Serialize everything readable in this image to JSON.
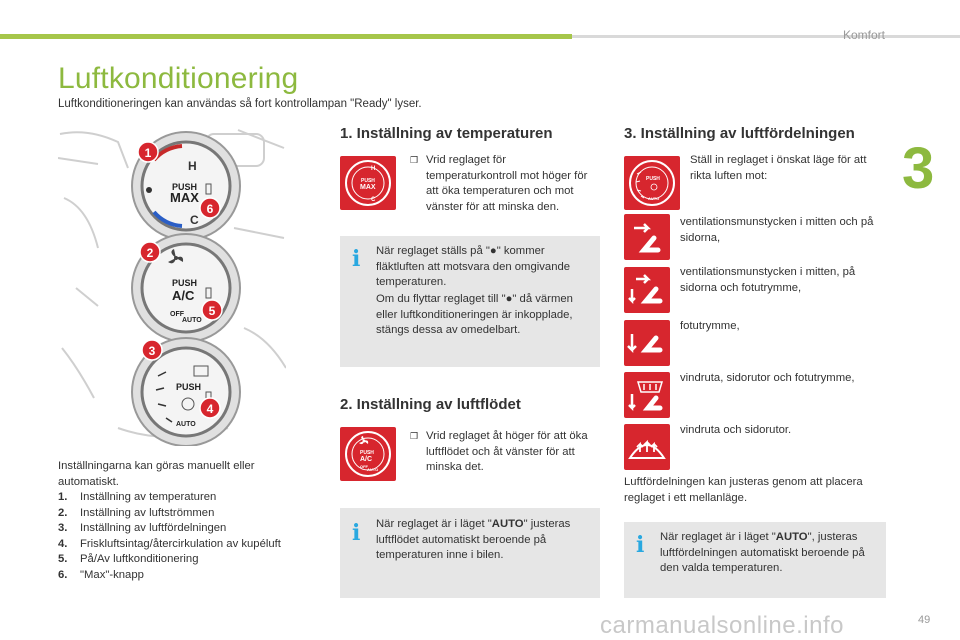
{
  "header": {
    "section": "Komfort",
    "chapter": "3",
    "page_number": "49"
  },
  "title": "Luftkonditionering",
  "subtitle": "Luftkonditioneringen kan användas så fort kontrollampan \"Ready\" lyser.",
  "illustration": {
    "callouts": [
      "1",
      "2",
      "3",
      "4",
      "5",
      "6"
    ],
    "knob1": {
      "h": "H",
      "c": "C",
      "push": "PUSH",
      "max": "MAX"
    },
    "knob2": {
      "push": "PUSH",
      "ac": "A/C",
      "off": "OFF",
      "auto": "AUTO"
    },
    "knob3": {
      "push": "PUSH",
      "auto": "AUTO"
    }
  },
  "left_column": {
    "intro": "Inställningarna kan göras manuellt eller automatiskt.",
    "items": [
      {
        "num": "1.",
        "label": "Inställning av temperaturen"
      },
      {
        "num": "2.",
        "label": "Inställning av luftströmmen"
      },
      {
        "num": "3.",
        "label": "Inställning av luftfördelningen"
      },
      {
        "num": "4.",
        "label": "Friskluftsintag/återcirkulation av kupéluft"
      },
      {
        "num": "5.",
        "label": "På/Av luftkonditionering"
      },
      {
        "num": "6.",
        "label": "\"Max\"-knapp"
      }
    ]
  },
  "section1": {
    "heading": "1. Inställning av temperaturen",
    "bullet": "Vrid reglaget för temperaturkontroll mot höger för att öka temperaturen och mot vänster för att minska den.",
    "info_p1": "När reglaget ställs på \"●\" kommer fläktluften att motsvara den omgivande temperaturen.",
    "info_p2": "Om du flyttar reglaget till \"●\" då värmen eller luftkonditioneringen är inkopplade, stängs dessa av omedelbart.",
    "icon": {
      "h": "H",
      "c": "C",
      "push": "PUSH",
      "max": "MAX"
    }
  },
  "section2": {
    "heading": "2. Inställning av luftflödet",
    "bullet": "Vrid reglaget åt höger för att öka luftflödet och åt vänster för att minska det.",
    "info_pre": "När reglaget är i läget \"",
    "info_bold": "AUTO",
    "info_post": "\" justeras luftflödet automatiskt beroende på temperaturen inne i bilen.",
    "icon": {
      "push": "PUSH",
      "ac": "A/C",
      "off": "OFF",
      "auto": "AUTO"
    }
  },
  "section3": {
    "heading": "3. Inställning av luftfördelningen",
    "intro": "Ställ in reglaget i önskat läge för att rikta luften mot:",
    "modes": [
      {
        "icon": "face-vent-icon",
        "label": "ventilationsmunstycken i mitten och på sidorna,"
      },
      {
        "icon": "face-feet-vent-icon",
        "label": "ventilationsmunstycken i mitten, på sidorna och fotutrymme,"
      },
      {
        "icon": "feet-vent-icon",
        "label": "fotutrymme,"
      },
      {
        "icon": "windshield-feet-icon",
        "label": "vindruta, sidorutor och fotutrymme,"
      },
      {
        "icon": "defrost-icon",
        "label": "vindruta och sidorutor."
      }
    ],
    "note": "Luftfördelningen kan justeras genom att placera reglaget i ett mellanläge.",
    "info_pre": "När reglaget är i läget \"",
    "info_bold": "AUTO",
    "info_post": "\", justeras luftfördelningen automatiskt beroende på den valda temperaturen.",
    "icon": {
      "push": "PUSH",
      "auto": "AUTO"
    }
  },
  "watermark": "carmanualsonline.info",
  "colors": {
    "accent": "#8db93f",
    "red": "#d7262e",
    "info_blue": "#29a8e0",
    "info_bg": "#e6e6e6"
  }
}
